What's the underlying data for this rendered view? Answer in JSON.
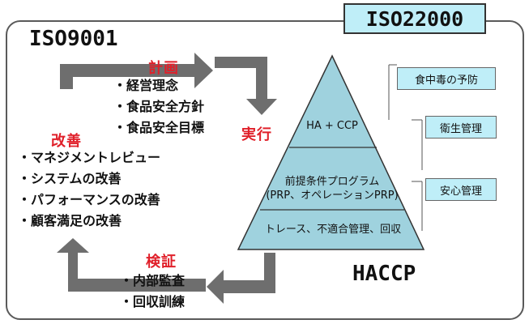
{
  "header": {
    "iso22000": "ISO22000",
    "iso9001": "ISO9001"
  },
  "cycle": {
    "plan": {
      "title": "計画",
      "items": [
        "経営理念",
        "食品安全方針",
        "食品安全目標"
      ]
    },
    "do": {
      "title": "実行"
    },
    "check": {
      "title": "検証",
      "items": [
        "内部監査",
        "回収訓練"
      ]
    },
    "act": {
      "title": "改善",
      "items": [
        "マネジメントレビュー",
        "システムの改善",
        "パフォーマンスの改善",
        "顧客満足の改善"
      ]
    }
  },
  "pyramid": {
    "tiers": [
      {
        "lines": [
          "HA + CCP"
        ]
      },
      {
        "lines": [
          "前提条件プログラム",
          "(PRP、オペレーションPRP)"
        ]
      },
      {
        "lines": [
          "トレース、不適合管理、回収"
        ]
      }
    ],
    "fill": "#9fd2de",
    "stroke": "#333333"
  },
  "callouts": [
    "食中毒の予防",
    "衛生管理",
    "安心管理"
  ],
  "haccp_label": "HACCP",
  "colors": {
    "accent_red": "#e0202a",
    "arrow_gray": "#6e6e6e",
    "light_blue": "#bfeef8"
  }
}
